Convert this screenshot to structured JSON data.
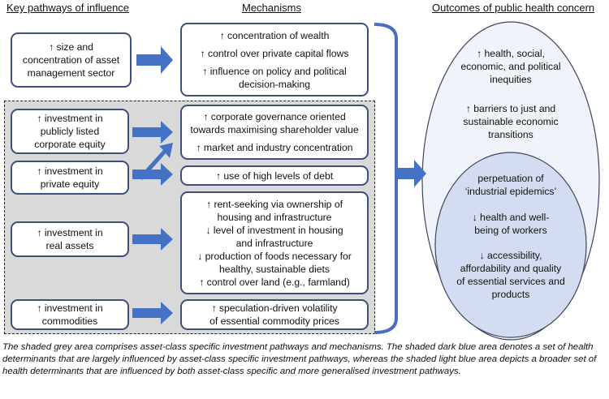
{
  "headers": {
    "pathways": "Key pathways of influence",
    "mechanisms": "Mechanisms",
    "outcomes": "Outcomes of public health concern"
  },
  "pathways": [
    {
      "lines": [
        "↑ size and",
        "concentration of asset",
        "management sector"
      ]
    },
    {
      "lines": [
        "↑ investment in",
        "publicly listed",
        "corporate equity"
      ]
    },
    {
      "lines": [
        "↑ investment in",
        "private equity"
      ]
    },
    {
      "lines": [
        "↑ investment in",
        "real assets"
      ]
    },
    {
      "lines": [
        "↑ investment in",
        "commodities"
      ]
    }
  ],
  "mechanisms": [
    {
      "items": [
        [
          "↑ concentration of wealth"
        ],
        [
          "↑ control over private capital flows"
        ],
        [
          "↑ influence on policy and political",
          "decision-making"
        ]
      ]
    },
    {
      "items": [
        [
          "↑ corporate governance oriented",
          "towards maximising shareholder value"
        ],
        [
          "↑ market and industry concentration"
        ]
      ]
    },
    {
      "items": [
        [
          "↑ use of high levels of debt"
        ]
      ]
    },
    {
      "items": [
        [
          "↑ rent-seeking via ownership of",
          "housing and infrastructure"
        ],
        [
          "↓ level of investment in housing",
          "and infrastructure"
        ],
        [
          "↓ production of foods necessary for",
          "healthy, sustainable diets"
        ],
        [
          "↑ control over land (e.g., farmland)"
        ]
      ]
    },
    {
      "items": [
        [
          "↑ speculation-driven volatility",
          "of essential commodity prices"
        ]
      ]
    }
  ],
  "outcomes": {
    "general": [
      [
        "↑ health, social,",
        "economic, and political",
        "inequities"
      ],
      [
        "↑ barriers to just and",
        "sustainable economic",
        "transitions"
      ]
    ],
    "specific": [
      [
        "perpetuation of",
        "‘industrial epidemics’"
      ],
      [
        "↓ health and well-",
        "being of workers"
      ],
      [
        "↓ accessibility,",
        "affordability and quality",
        "of essential services and",
        "products"
      ]
    ]
  },
  "caption": "The shaded grey area comprises asset-class specific investment pathways and mechanisms. The shaded dark blue area denotes a set of health determinants that are largely influenced by asset-class specific investment pathways, whereas the shaded light blue area depicts a broader set of health determinants that are influenced by both asset-class specific and more generalised investment pathways.",
  "colors": {
    "arrow": "#4472c4",
    "box_border": "#3e4f7a",
    "gray_area": "#d9d9d9",
    "outer_ellipse": "#f1f3fa",
    "inner_ellipse": "#d3dcf1",
    "bracket": "#4a6fbf"
  }
}
